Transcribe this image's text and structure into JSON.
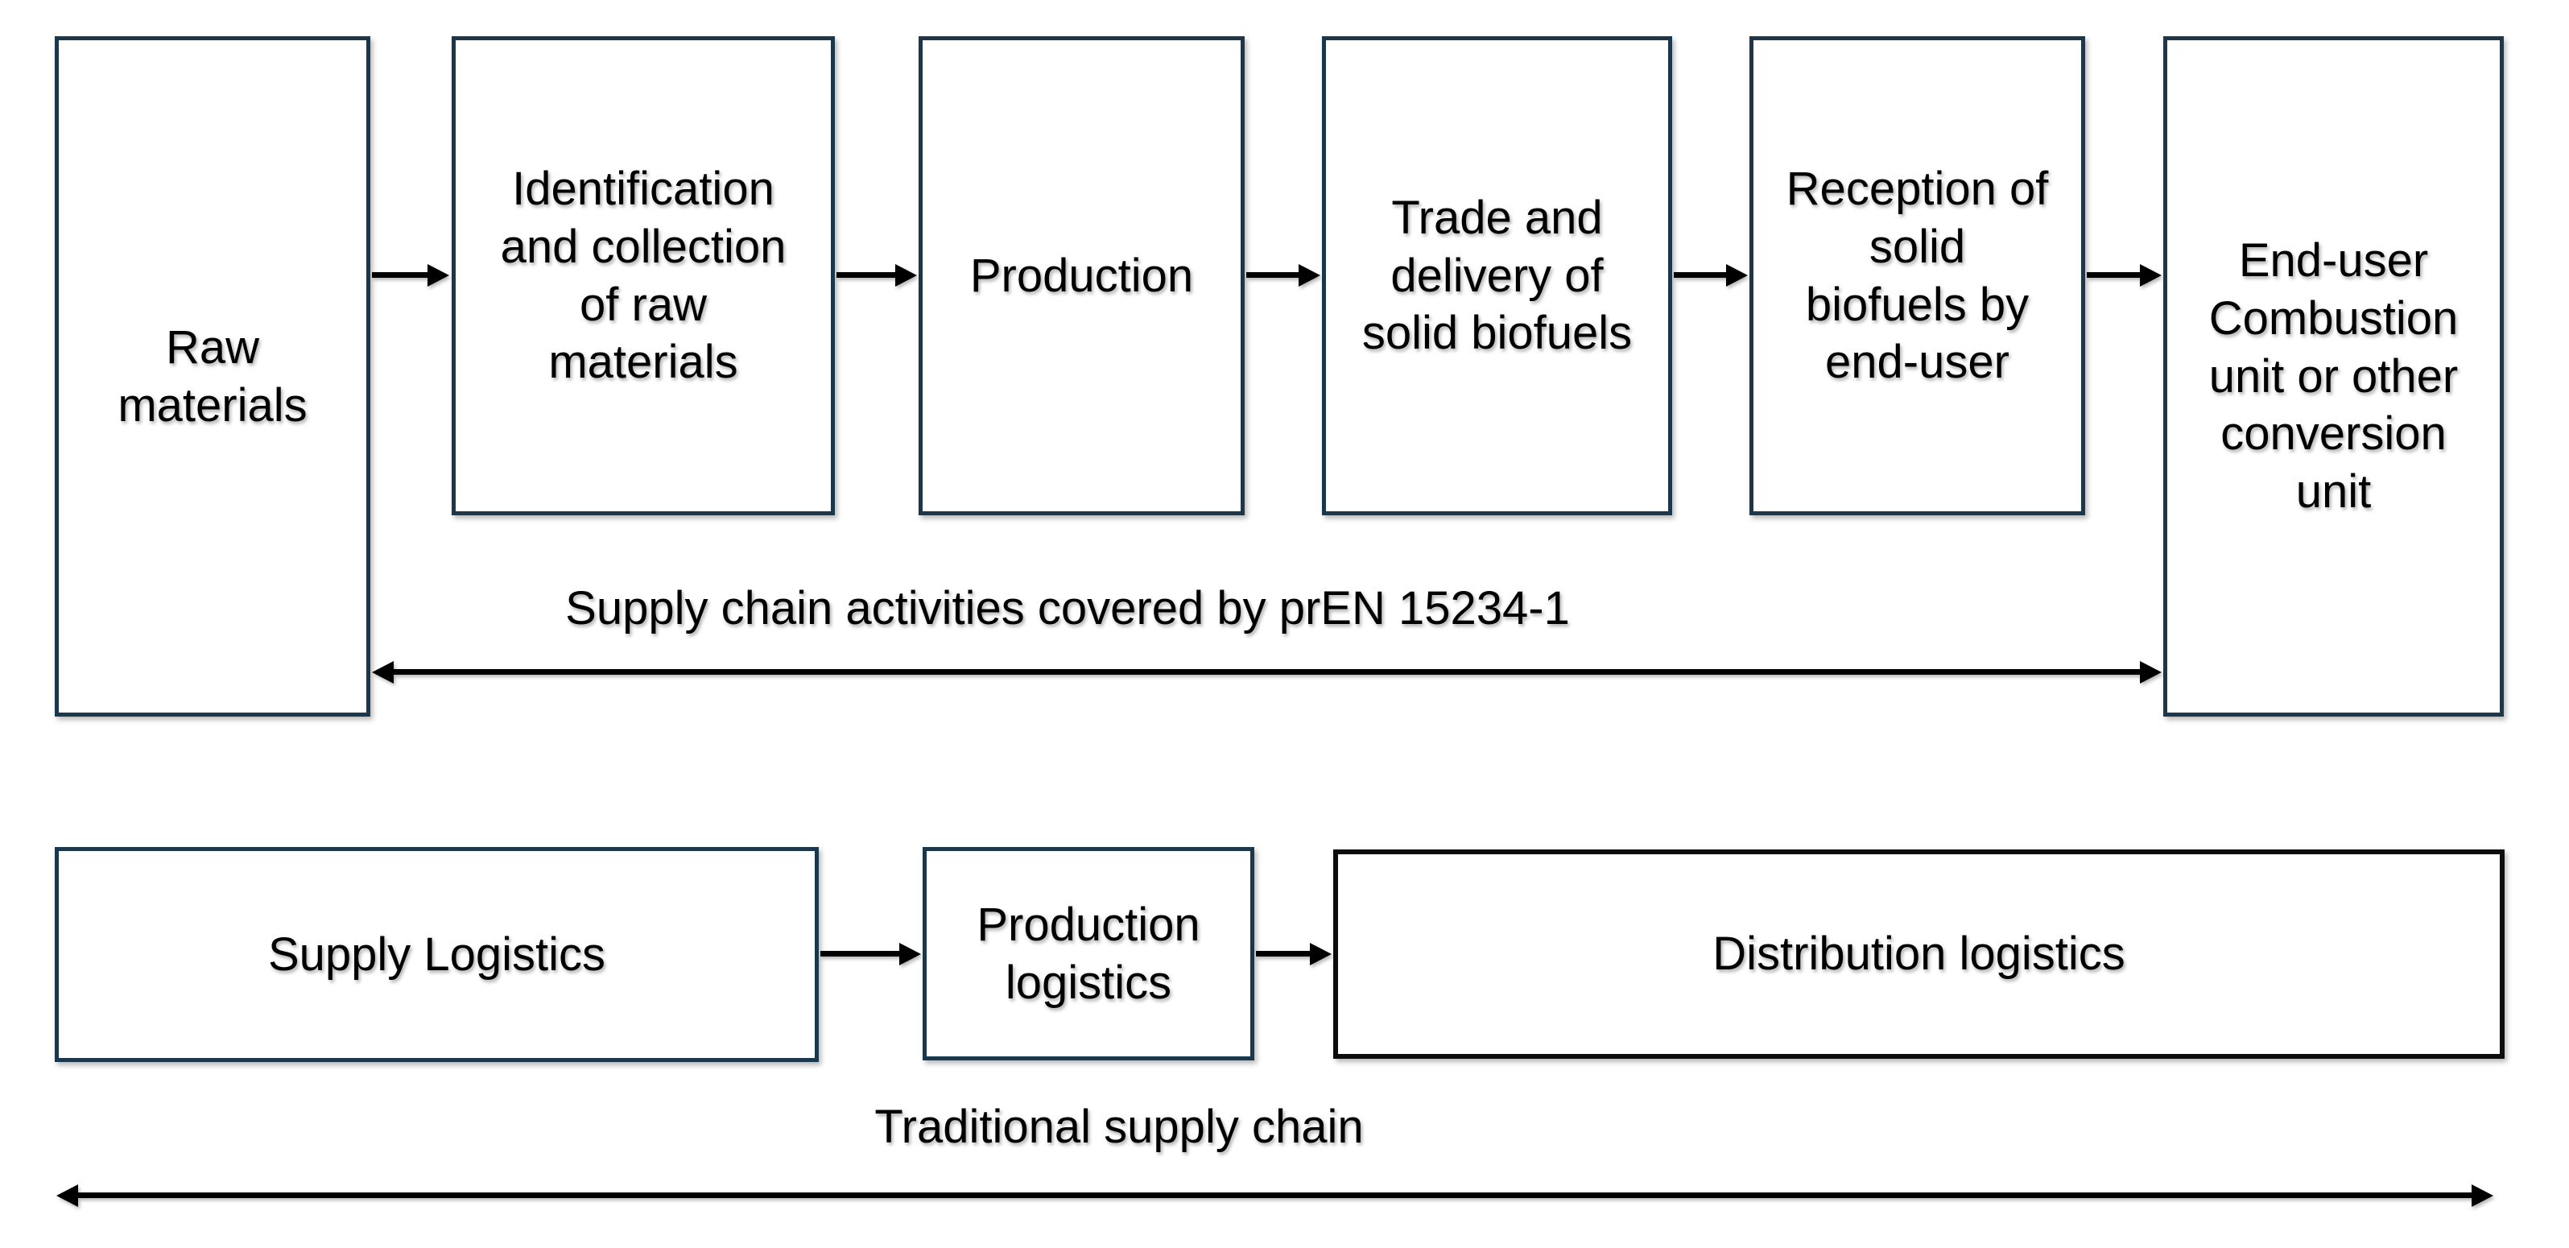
{
  "colors": {
    "box_border": "#1a374b",
    "distribution_border": "#0d0d0d",
    "arrow": "#000000",
    "text": "#000000",
    "background": "#ffffff"
  },
  "top_row": {
    "boxes": [
      {
        "id": "raw-materials",
        "label": "Raw\nmaterials"
      },
      {
        "id": "identification",
        "label": "Identification\nand collection\nof raw\nmaterials"
      },
      {
        "id": "production",
        "label": "Production"
      },
      {
        "id": "trade",
        "label": "Trade and\ndelivery of\nsolid biofuels"
      },
      {
        "id": "reception",
        "label": "Reception of\nsolid\nbiofuels by\nend-user"
      },
      {
        "id": "end-user",
        "label": "End-user\nCombustion\nunit or other\nconversion\nunit"
      }
    ]
  },
  "annotations": {
    "covered_scope": "Supply chain activities covered by prEN 15234-1",
    "traditional": "Traditional supply chain"
  },
  "bottom_row": {
    "boxes": [
      {
        "id": "supply-logistics",
        "label": "Supply Logistics"
      },
      {
        "id": "production-logistics",
        "label": "Production\nlogistics"
      },
      {
        "id": "distribution-logistics",
        "label": "Distribution logistics"
      }
    ]
  }
}
